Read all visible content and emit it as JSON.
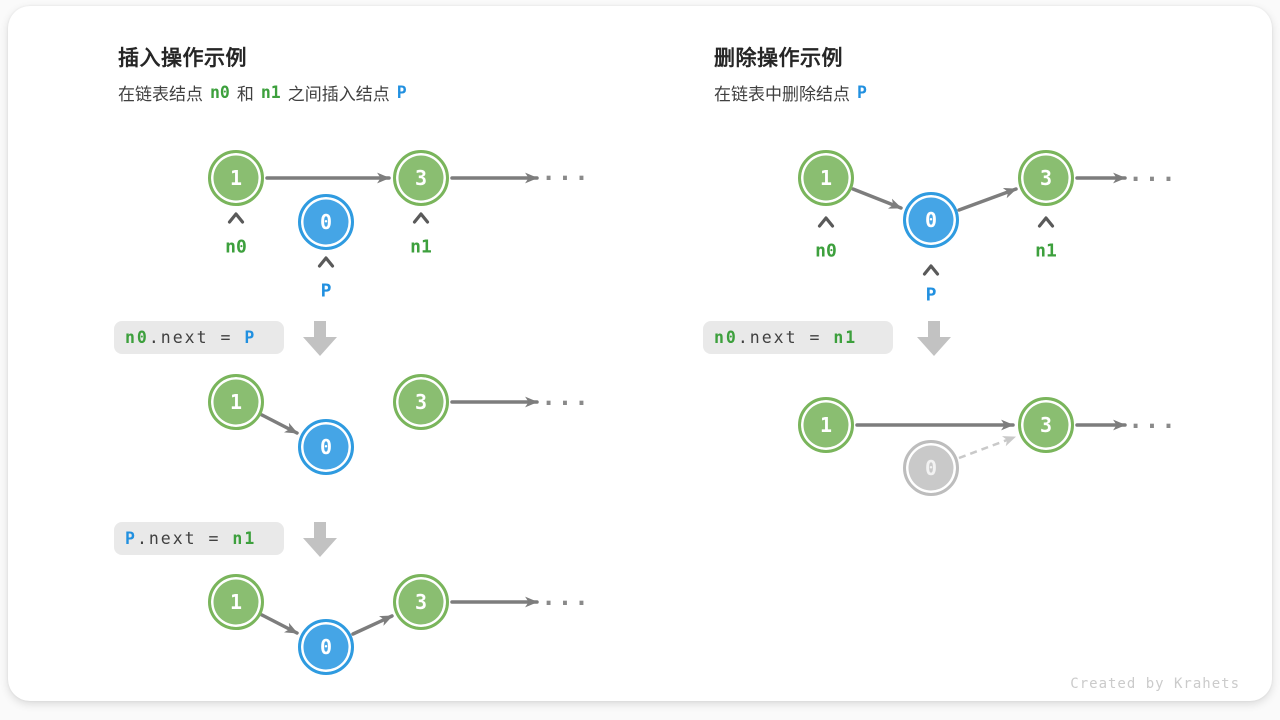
{
  "colors": {
    "node-green": "#8abe71",
    "node-green-border": "#7ab55c",
    "node-blue": "#45a5e6",
    "node-blue-border": "#2f9be0",
    "node-gray": "#c9c9c9",
    "node-gray-border": "#bdbdbd",
    "text-green": "#3da03d",
    "text-blue": "#2190e0",
    "arrow": "#7d7d7d",
    "arrow-light": "#c9c9c9",
    "caret": "#5a5a5a",
    "block-arrow": "#c2c2c2",
    "chip-bg": "#e9e9e9",
    "chip-text": "#404040",
    "title": "#262626",
    "subtitle": "#404040",
    "dots": "#8a8a8a",
    "footer": "#cbcbcb"
  },
  "left": {
    "title": "插入操作示例",
    "sub": {
      "t1": "在链表结点",
      "v1": "n0",
      "t2": "和",
      "v2": "n1",
      "t3": "之间插入结点",
      "v3": "P"
    },
    "node1": "1",
    "node0": "0",
    "node3": "3",
    "dots": "...",
    "labels": {
      "n0": "n0",
      "p": "P",
      "n1": "n1"
    },
    "code1": {
      "a": "n0",
      "b": ".next = ",
      "c": "P"
    },
    "code2": {
      "a": "P",
      "b": ".next = ",
      "c": "n1"
    }
  },
  "right": {
    "title": "删除操作示例",
    "sub": {
      "t1": "在链表中删除结点",
      "v1": "P"
    },
    "node1": "1",
    "node0": "0",
    "node3": "3",
    "dots": "...",
    "labels": {
      "n0": "n0",
      "p": "P",
      "n1": "n1"
    },
    "code1": {
      "a": "n0",
      "b": ".next = ",
      "c": "n1"
    }
  },
  "footer": "Created by Krahets"
}
